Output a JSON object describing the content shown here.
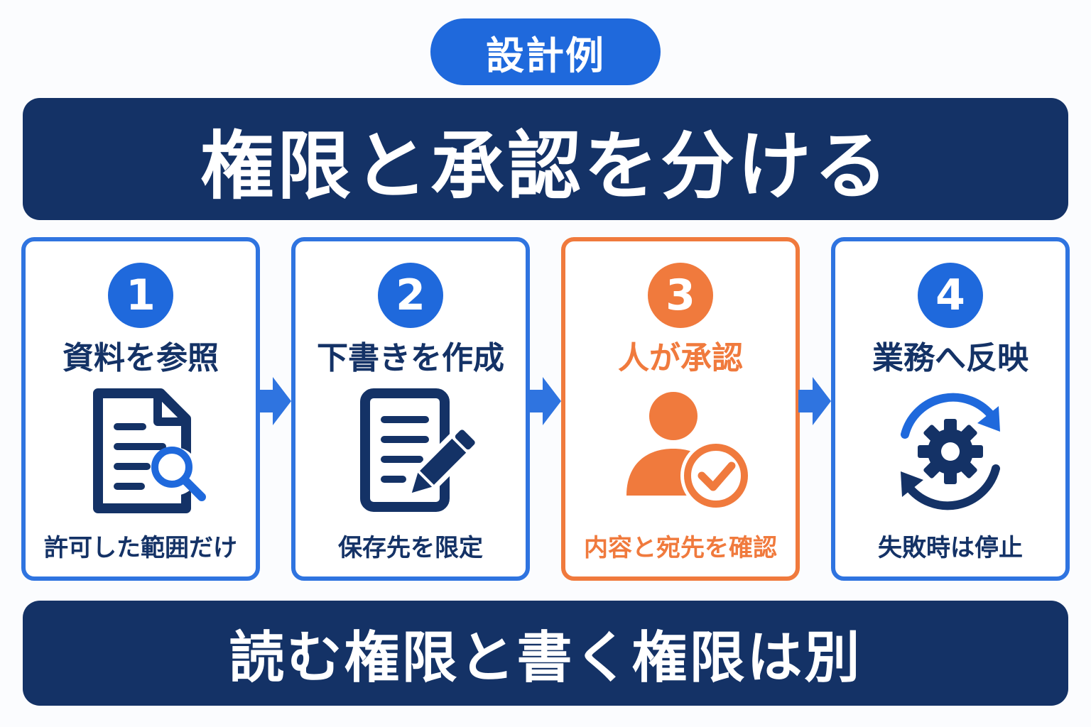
{
  "badge": "設計例",
  "title": "権限と承認を分ける",
  "steps": [
    {
      "number": "1",
      "title": "資料を参照",
      "note": "許可した範囲だけ",
      "icon": "document-search-icon"
    },
    {
      "number": "2",
      "title": "下書きを作成",
      "note": "保存先を限定",
      "icon": "document-edit-icon"
    },
    {
      "number": "3",
      "title": "人が承認",
      "note": "内容と宛先を確認",
      "icon": "person-check-icon",
      "highlighted": true
    },
    {
      "number": "4",
      "title": "業務へ反映",
      "note": "失敗時は停止",
      "icon": "gear-sync-icon"
    }
  ],
  "footer": "読む権限と書く権限は別",
  "colors": {
    "navy": "#143266",
    "blue": "#1f69dc",
    "card_border": "#2f74e0",
    "highlight": "#f07a3d",
    "background": "#fbfcfe"
  }
}
